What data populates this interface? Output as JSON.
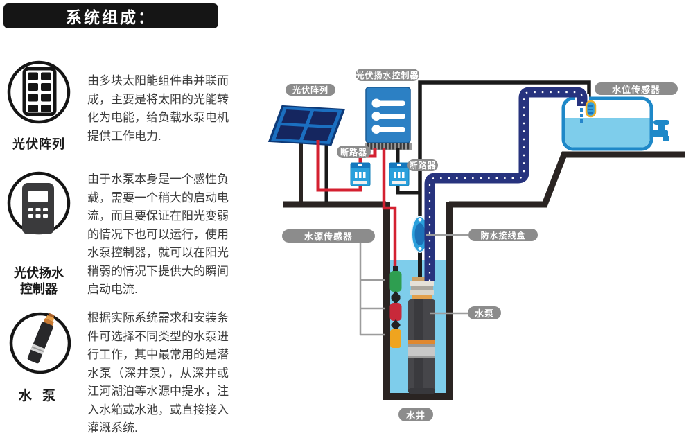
{
  "title": "系统组成：",
  "sections": [
    {
      "label": "光伏阵列",
      "icon": "solar-panel-icon",
      "text": "由多块太阳能组件串并联而成，主要是将太阳的光能转化为电能，给负载水泵电机提供工作电力."
    },
    {
      "label": "光伏扬水控制器",
      "label_lines": [
        "光伏扬水",
        "控制器"
      ],
      "icon": "controller-icon",
      "text": "由于水泵本身是一个感性负载，需要一个稍大的启动电流，而且要保证在阳光变弱的情况下也可以运行，使用水泵控制器，就可以在阳光稍弱的情况下提供大的瞬间启动电流."
    },
    {
      "label": "水 泵",
      "icon": "pump-icon",
      "text": "根据实际系统需求和安装条件可选择不同类型的水泵进行工作，其中最常用的是潜水泵（深井泵），从深井或江河湖泊等水源中提水，注入水箱或水池，或直接接入灌溉系统."
    }
  ],
  "diagram": {
    "labels": {
      "pv_array": "光伏阵列",
      "controller": "光伏扬水控制器",
      "breaker1": "断路器",
      "breaker2": "断路器",
      "water_level_sensor": "水位传感器",
      "water_source_sensor": "水源传感器",
      "junction_box": "防水接线盒",
      "pump": "水泵",
      "well": "水井"
    },
    "colors": {
      "controller_blue": "#2C80C4",
      "breaker_blue": "#2AA0DC",
      "panel_frame": "#1B6FC0",
      "panel_cell": "#15265F",
      "pipe_navy": "#27337E",
      "wire_red": "#D42030",
      "wire_black": "#1A1A1A",
      "water_light": "#7ECDEB",
      "tank_border": "#1E88C8",
      "label_pill_gray": "#8C8C8C",
      "sensor_green": "#2E9E50",
      "sensor_red": "#C8293A",
      "sensor_yellow": "#EFA41F",
      "junction_blue": "#2BA0DC",
      "terrain_black": "#2A2422"
    }
  }
}
